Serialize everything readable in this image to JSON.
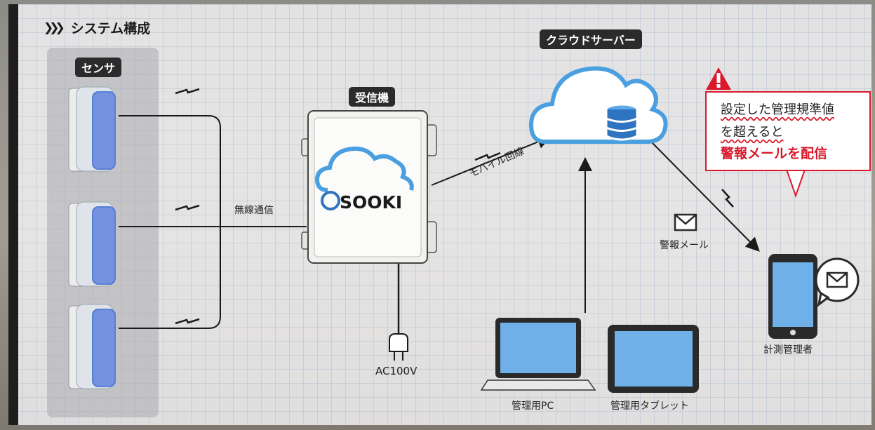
{
  "title": "システム構成",
  "tags": {
    "sensor": "センサ",
    "receiver": "受信機",
    "cloud": "クラウドサーバー"
  },
  "labels": {
    "wireless": "無線通信",
    "mobile_line": "モバイル回線",
    "alert_mail": "警報メール",
    "power": "AC100V",
    "admin_pc": "管理用PC",
    "admin_tablet": "管理用タブレット",
    "manager": "計測管理者"
  },
  "logo": "SOOKI",
  "alert": {
    "line1": "設定した管理規準値",
    "line2": "を超えると",
    "line3": "警報メールを配信"
  },
  "colors": {
    "accent_red": "#d9192b",
    "cloud_blue": "#4a9fe0",
    "device_blue": "#5a7fd6"
  }
}
